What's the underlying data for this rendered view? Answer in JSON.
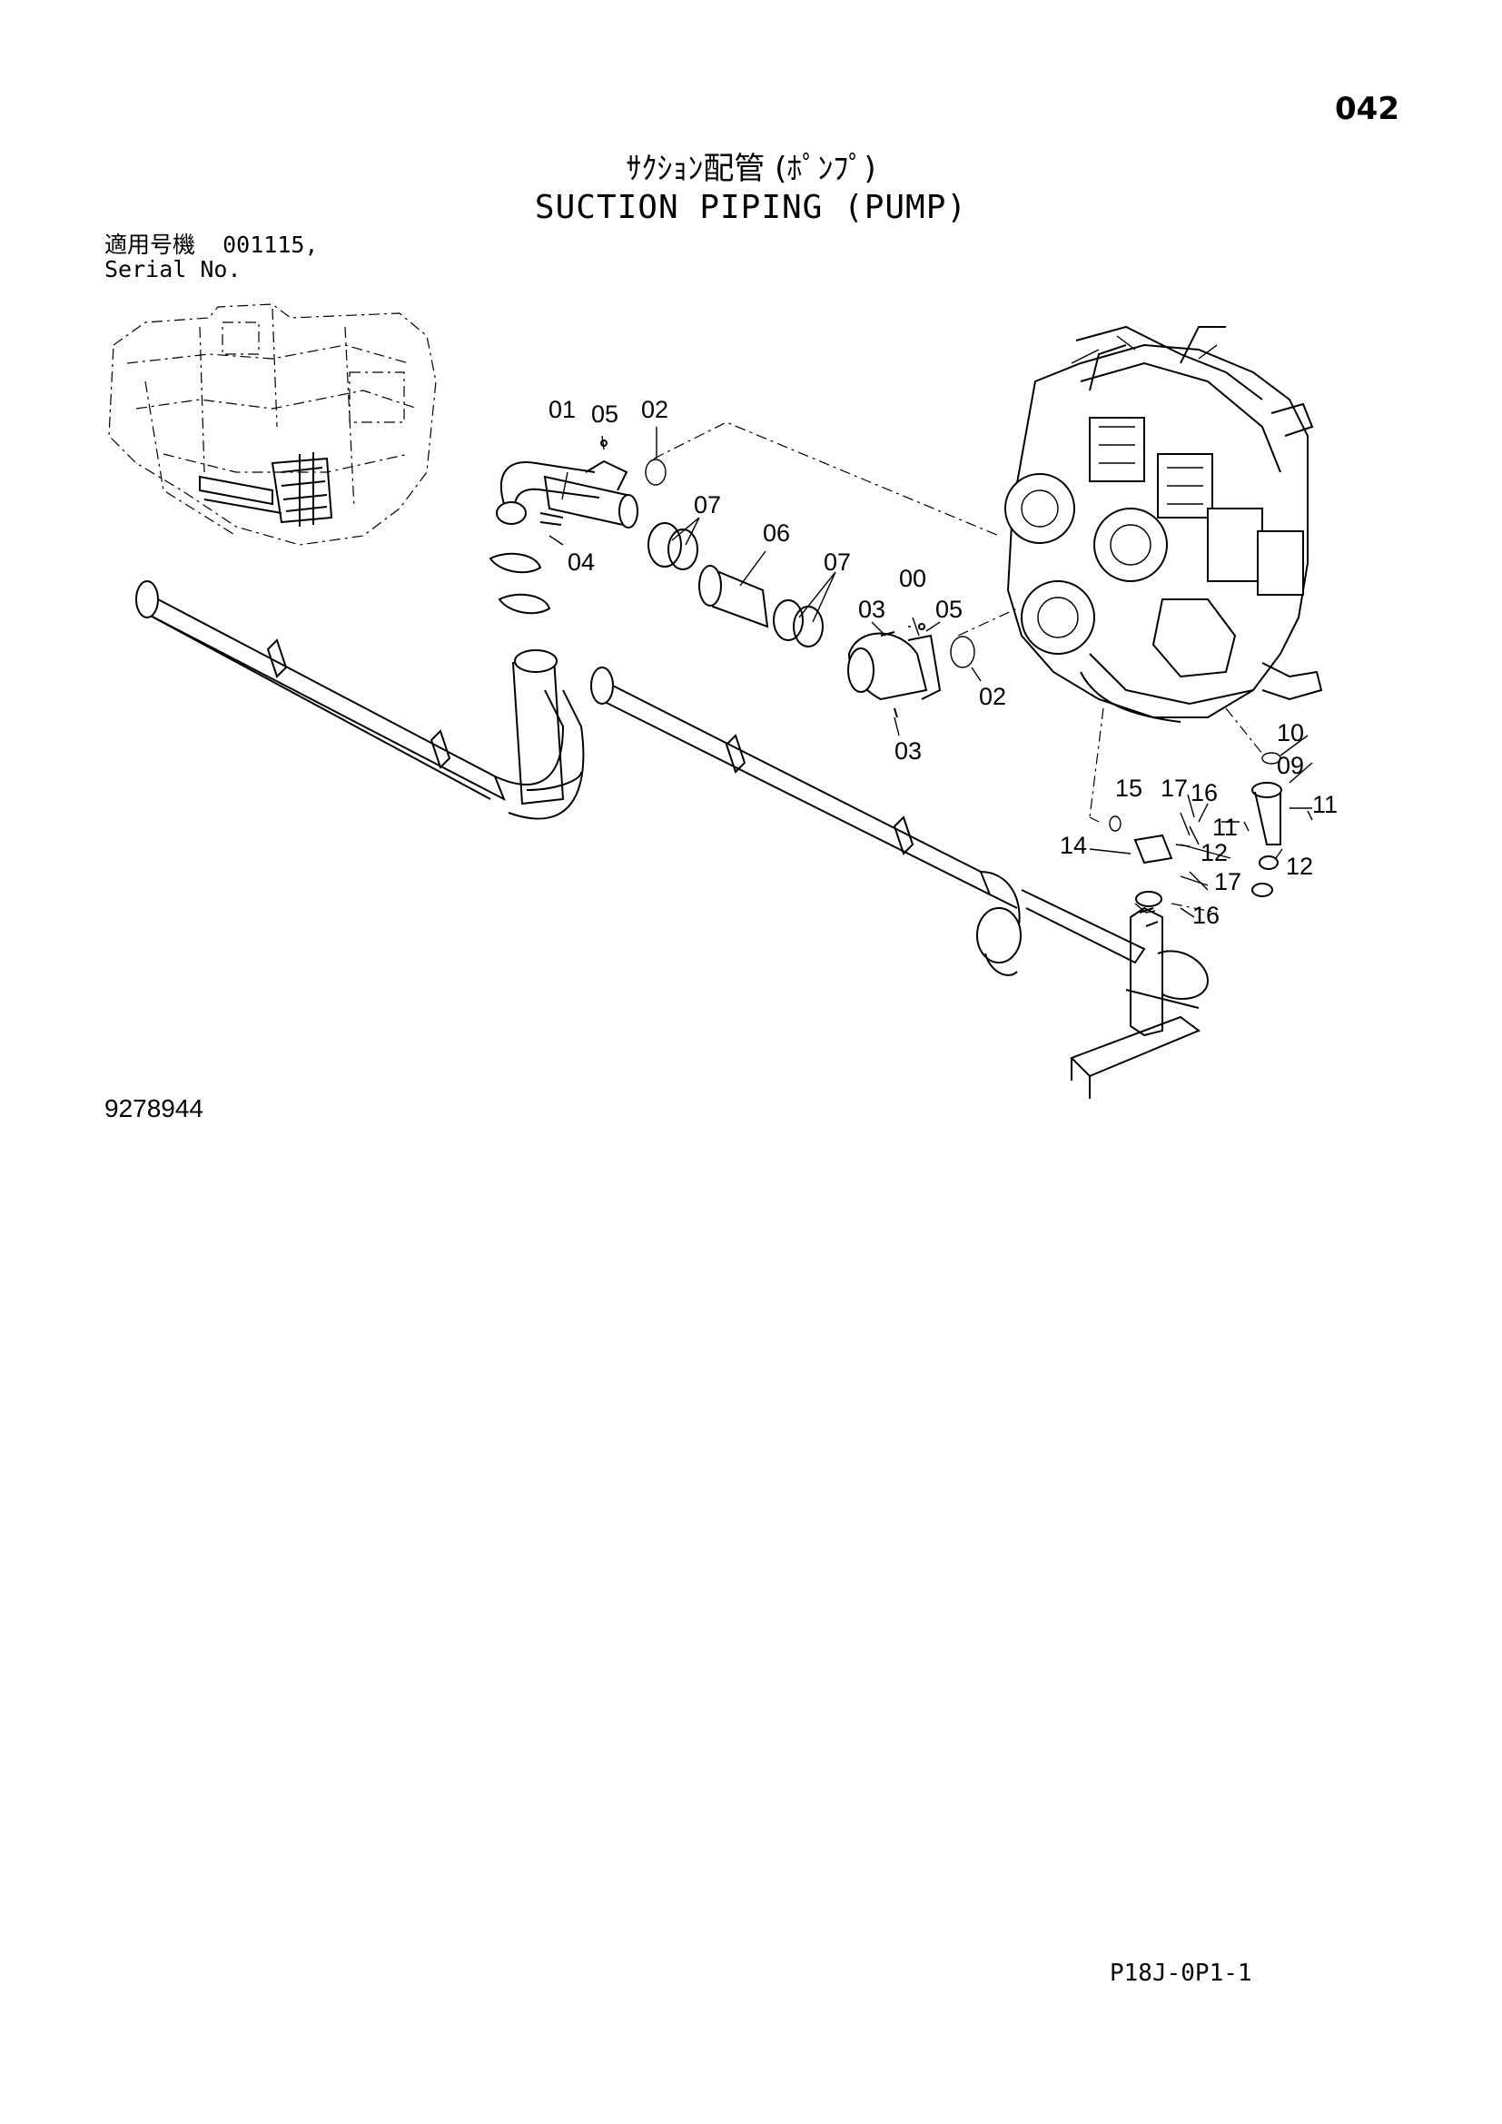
{
  "header": {
    "page_number": "042",
    "title_jp": "ｻｸｼｮﾝ配管 (ﾎﾟﾝﾌﾟ)",
    "title_en": "SUCTION PIPING (PUMP)"
  },
  "serial": {
    "label_jp": "適用号機",
    "value": "001115,",
    "label_en": "Serial No."
  },
  "callouts": [
    "01",
    "05",
    "02",
    "07",
    "04",
    "06",
    "07",
    "00",
    "03",
    "05",
    "02",
    "03",
    "10",
    "09",
    "15",
    "17",
    "16",
    "11",
    "11",
    "14",
    "12",
    "12",
    "17",
    "16"
  ],
  "footer": {
    "drawing_number": "9278944",
    "page_code": "P18J-0P1-1"
  },
  "colors": {
    "ink": "#000000",
    "paper": "#ffffff"
  }
}
